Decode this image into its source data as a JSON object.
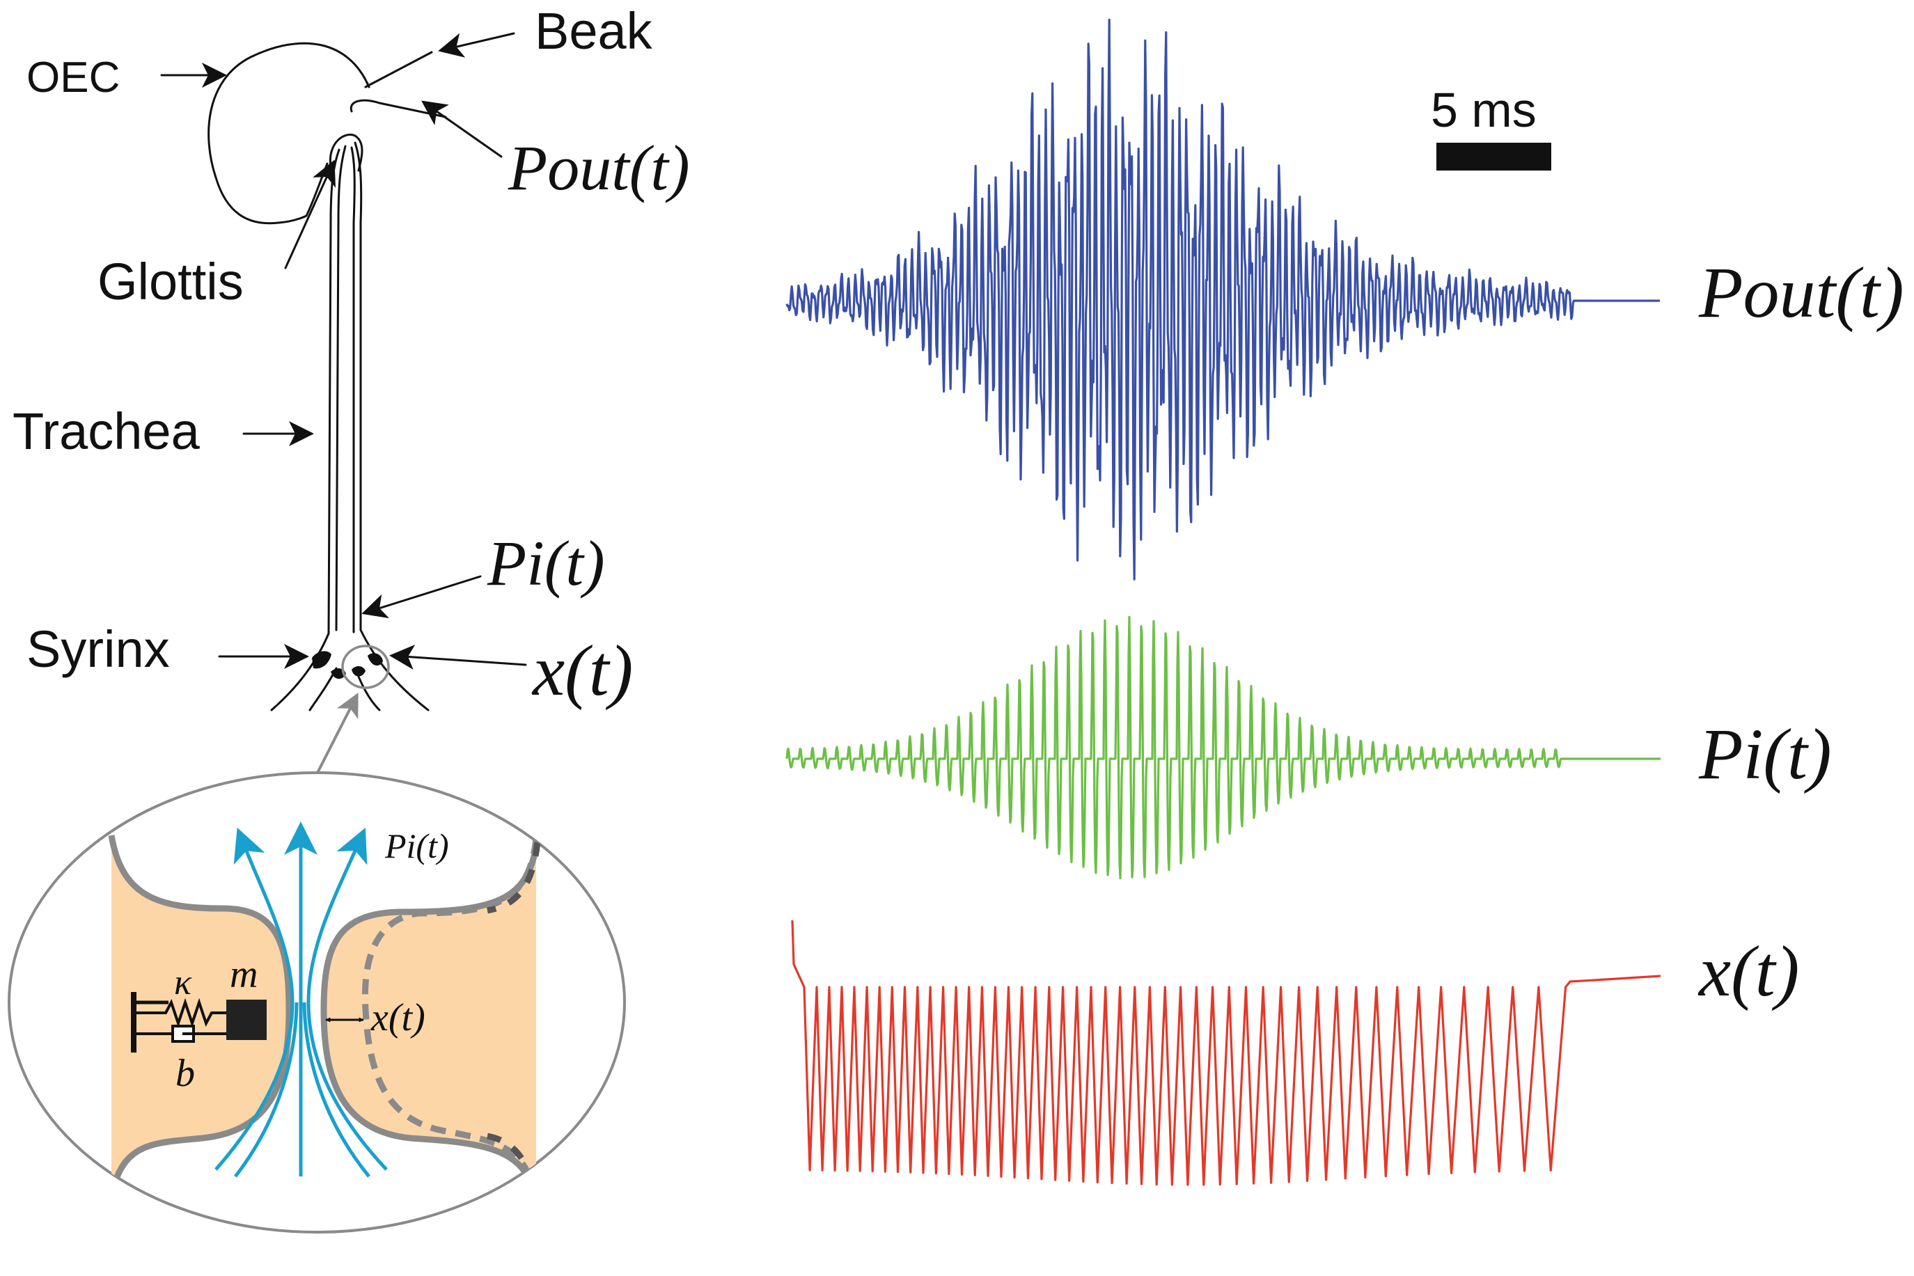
{
  "labels": {
    "oec": "OEC",
    "beak": "Beak",
    "pout": "Pout(t)",
    "glottis": "Glottis",
    "trachea": "Trachea",
    "pi": "Pi(t)",
    "syrinx": "Syrinx",
    "x": "x(t)"
  },
  "inset": {
    "pi": "Pi(t)",
    "x": "x(t)",
    "kappa": "κ",
    "m": "m",
    "b": "b"
  },
  "scale_bar": {
    "label": "5 ms"
  },
  "traces": [
    {
      "label": "Pout(t)",
      "color": "#3a50a8"
    },
    {
      "label": "Pi(t)",
      "color": "#6cbf45"
    },
    {
      "label": "x(t)",
      "color": "#e2392a"
    }
  ],
  "colors": {
    "tissue": "#fdd6a8",
    "airflow": "#1aa0cc",
    "membrane": "#8a8a8a"
  }
}
